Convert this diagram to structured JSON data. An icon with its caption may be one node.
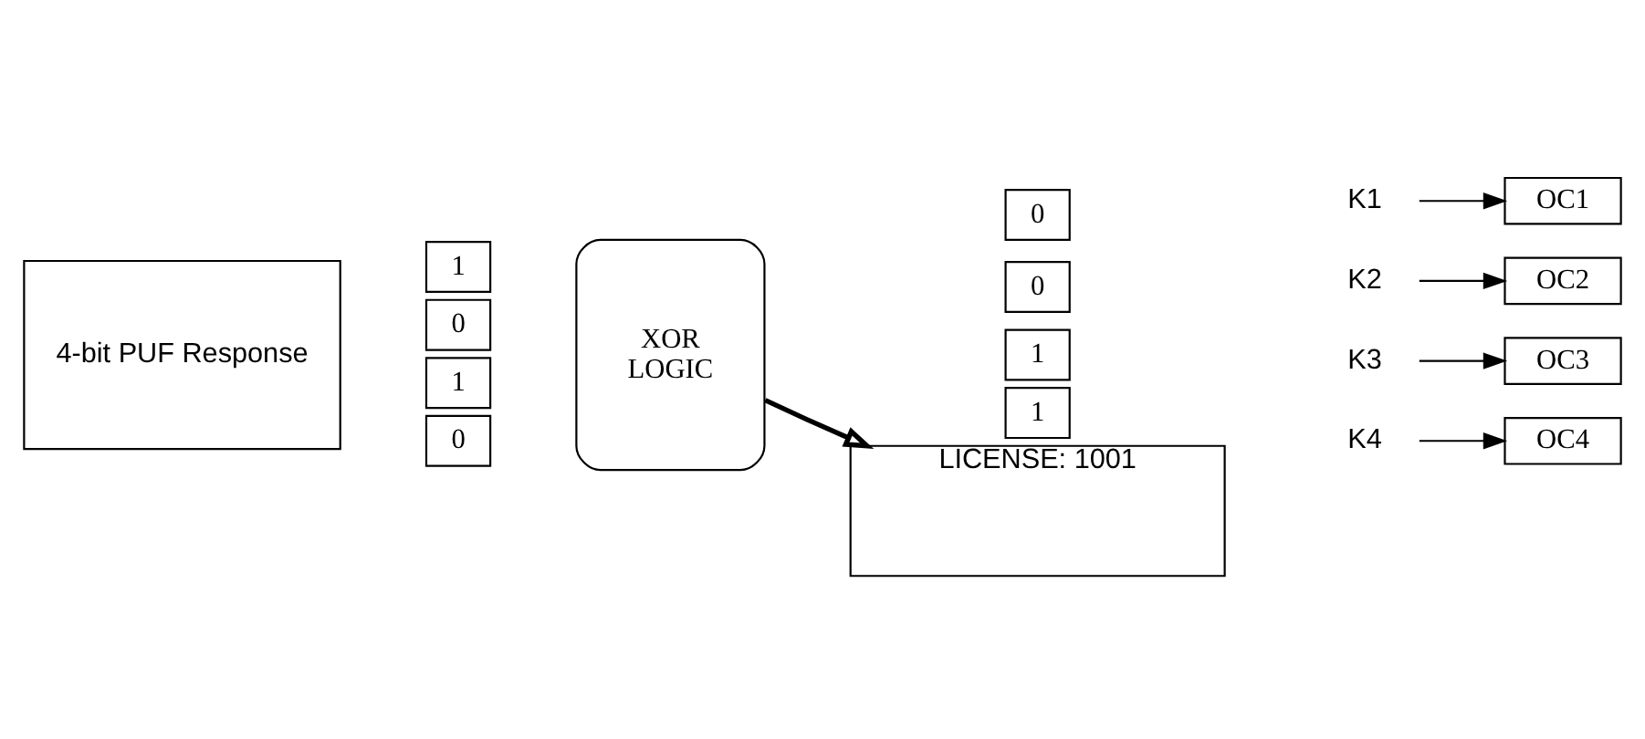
{
  "diagram": {
    "nodes": [
      {
        "text": [
          "4-bit PUF Response"
        ]
      },
      {
        "text": [
          "1"
        ]
      },
      {
        "text": [
          "0"
        ]
      },
      {
        "text": [
          "1"
        ]
      },
      {
        "text": [
          "0"
        ]
      },
      {
        "text": [
          "XOR",
          "LOGIC"
        ]
      },
      {
        "text": [
          "0"
        ]
      },
      {
        "text": [
          "0"
        ]
      },
      {
        "text": [
          "1"
        ]
      },
      {
        "text": [
          "1"
        ]
      },
      {
        "text": [
          "K1"
        ]
      },
      {
        "text": [
          "K2"
        ]
      },
      {
        "text": [
          "K3"
        ]
      },
      {
        "text": [
          "K4"
        ]
      },
      {
        "text": [
          "OC1"
        ]
      },
      {
        "text": [
          "OC2"
        ]
      },
      {
        "text": [
          "OC3"
        ]
      },
      {
        "text": [
          "OC4"
        ]
      },
      {
        "text": [
          "LICENSE: 1001"
        ]
      }
    ],
    "edges": [
      {
        "from": 10,
        "to": 14,
        "arrow": "to"
      },
      {
        "from": 11,
        "to": 15,
        "arrow": "to"
      },
      {
        "from": 12,
        "to": 16,
        "arrow": "to"
      },
      {
        "from": 13,
        "to": 17,
        "arrow": "to"
      },
      {
        "from": 5,
        "to": 18,
        "arrow": "to",
        "style": "thick"
      }
    ]
  }
}
